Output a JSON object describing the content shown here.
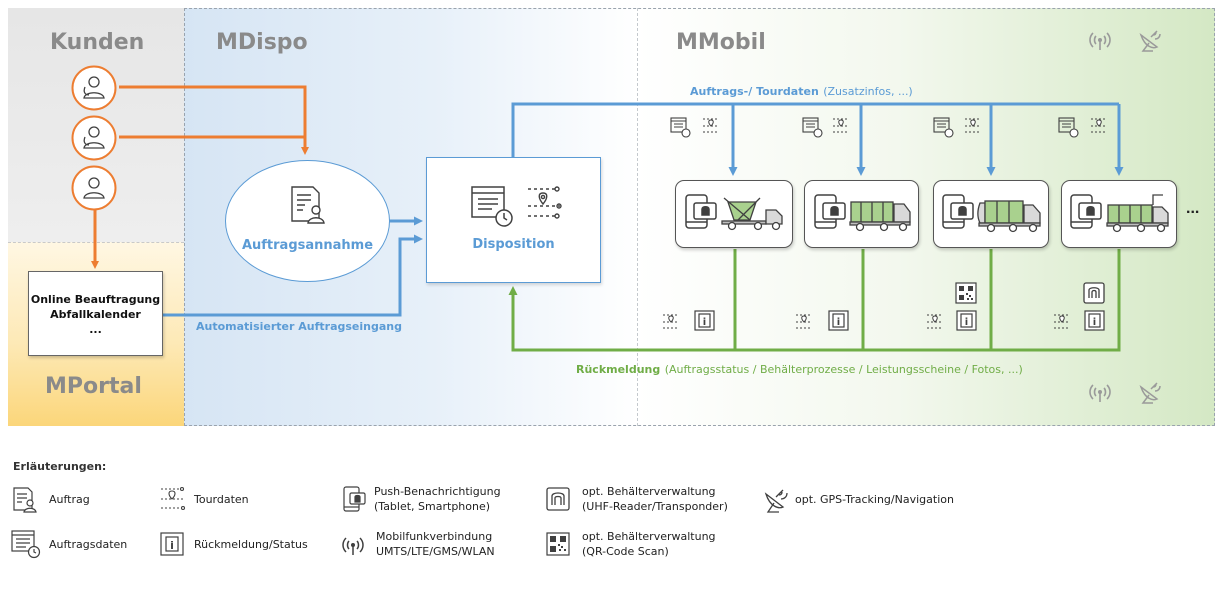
{
  "zones": {
    "kunden": "Kunden",
    "mdispo": "MDispo",
    "mmobil": "MMobil",
    "mportal": "MPortal"
  },
  "nodes": {
    "auftragsannahme": "Auftragsannahme",
    "disposition": "Disposition",
    "online_line1": "Online Beauftragung",
    "online_line2": "Abfallkalender",
    "online_line3": "..."
  },
  "labels": {
    "auftrags_bold": "Auftrags-/ Tourdaten",
    "auftrags_rest": "(Zusatzinfos, ...)",
    "automatisiert": "Automatisierter Auftragseingang",
    "rueck_bold": "Rückmeldung",
    "rueck_rest": "(Auftragsstatus / Behälterprozesse / Leistungsscheine / Fotos, ...)",
    "more": "..."
  },
  "legend": {
    "title": "Erläuterungen:",
    "auftrag": "Auftrag",
    "tourdaten": "Tourdaten",
    "push_1": "Push-Benachrichtigung",
    "push_2": "(Tablet, Smartphone)",
    "uhf_1": "opt. Behälterverwaltung",
    "uhf_2": "(UHF-Reader/Transponder)",
    "gps": "opt. GPS-Tracking/Navigation",
    "auftragsdaten": "Auftragsdaten",
    "rueckmeldung": "Rückmeldung/Status",
    "mobil_1": "Mobilfunkverbindung",
    "mobil_2": "UMTS/LTE/GMS/WLAN",
    "qr_1": "opt. Behälterverwaltung",
    "qr_2": "(QR-Code Scan)"
  },
  "colors": {
    "orange": "#ed7d31",
    "blue": "#5b9bd5",
    "green": "#70ad47",
    "icon": "#404040"
  }
}
